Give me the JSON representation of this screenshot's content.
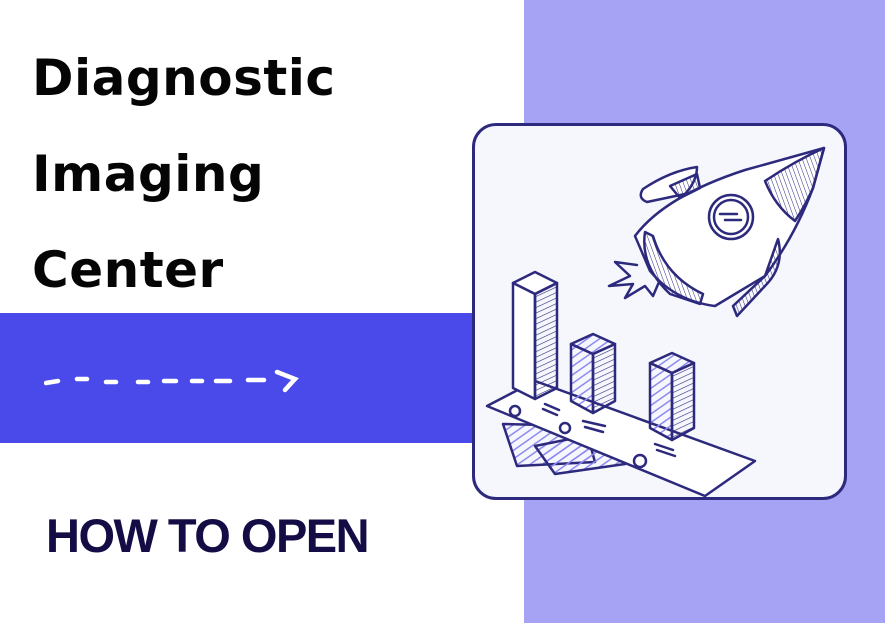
{
  "heading": {
    "lines": [
      "Diagnostic",
      "Imaging",
      "Center"
    ]
  },
  "subheading": "HOW TO OPEN",
  "decorations": {
    "arrow_icon": "dashed-right-arrow",
    "illustration": "rocket-and-bar-chart-sketch"
  },
  "colors": {
    "background": "#ffffff",
    "accent_band": "#4a4aea",
    "side_panel": "#a6a3f4",
    "card_border": "#2d2a7d",
    "card_fill": "#f6f6fd",
    "heading_text": "#050505",
    "subheading_text": "#140d45",
    "sketch_stroke": "#2d2a7d",
    "sketch_hatch": "#8d8af0"
  }
}
